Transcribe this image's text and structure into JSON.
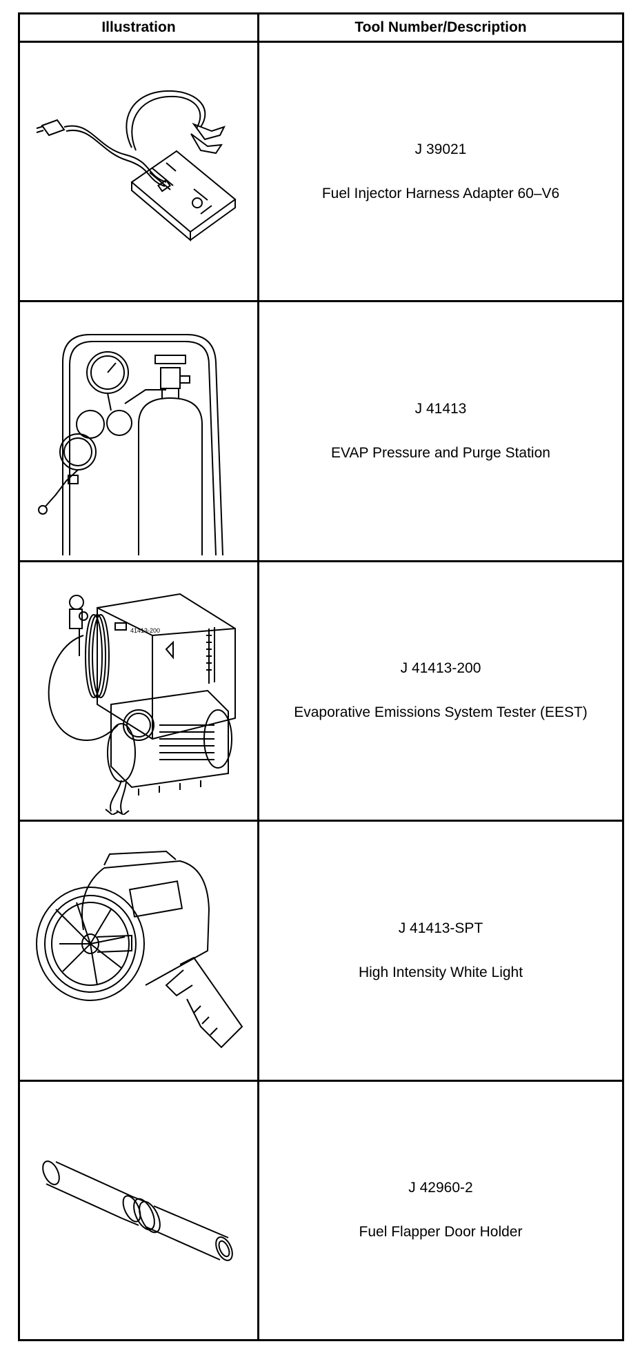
{
  "table": {
    "header": {
      "illustration": "Illustration",
      "tool": "Tool Number/Description"
    },
    "rows": [
      {
        "number": "J 39021",
        "description": "Fuel Injector Harness Adapter 60–V6",
        "icon": "harness-adapter-icon",
        "label": ""
      },
      {
        "number": "J 41413",
        "description": "EVAP Pressure and Purge Station",
        "icon": "purge-station-icon",
        "label": ""
      },
      {
        "number": "J 41413-200",
        "description": "Evaporative Emissions System Tester (EEST)",
        "icon": "emissions-tester-icon",
        "label": "41413-200"
      },
      {
        "number": "J 41413-SPT",
        "description": "High Intensity White Light",
        "icon": "spotlight-icon",
        "label": ""
      },
      {
        "number": "J 42960-2",
        "description": "Fuel Flapper Door Holder",
        "icon": "door-holder-tool-icon",
        "label": ""
      }
    ]
  }
}
